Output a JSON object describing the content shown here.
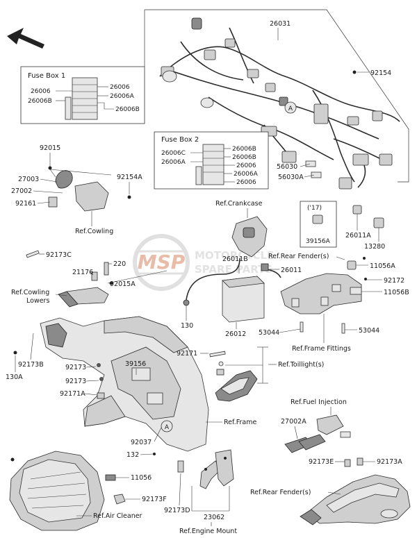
{
  "watermark": {
    "logo_text": "MSP",
    "line1": "MOTORCYCLE",
    "line2": "SPARE PARTS"
  },
  "fuse_box_1": {
    "title": "Fuse Box 1",
    "labels": [
      "26006",
      "26006",
      "26006A",
      "26006B",
      "26006B"
    ]
  },
  "fuse_box_2": {
    "title": "Fuse Box 2",
    "labels": [
      "26006C",
      "26006B",
      "26006B",
      "26006A",
      "26006",
      "26006A",
      "26006"
    ]
  },
  "year_box": {
    "year": "('17)",
    "part": "39156A"
  },
  "parts": {
    "p26031": "26031",
    "p92154": "92154",
    "p56030": "56030",
    "p56030A": "56030A",
    "p92015": "92015",
    "p27003": "27003",
    "p27002": "27002",
    "p92161": "92161",
    "p92154A": "92154A",
    "p26011A": "26011A",
    "p13280": "13280",
    "p92173C": "92173C",
    "p21176": "21176",
    "p220": "220",
    "p92015A": "92015A",
    "p26011B": "26011B",
    "p26011": "26011",
    "p130": "130",
    "p26012": "26012",
    "p11056A": "11056A",
    "p92172": "92172",
    "p11056B": "11056B",
    "p53044a": "53044",
    "p53044b": "53044",
    "p92173B": "92173B",
    "p130A": "130A",
    "p92173a": "92173",
    "p92173b": "92173",
    "p39156": "39156",
    "p92171A": "92171A",
    "p92171": "92171",
    "p92037": "92037",
    "p132": "132",
    "p27002A": "27002A",
    "p92173E": "92173E",
    "p92173A": "92173A",
    "p11056": "11056",
    "p92173F": "92173F",
    "p92173D": "92173D",
    "p23062": "23062"
  },
  "refs": {
    "crankcase": "Ref.Crankcase",
    "cowling": "Ref.Cowling",
    "cowling_lowers_1": "Ref.Cowling",
    "cowling_lowers_2": "Lowers",
    "rear_fender_top": "Ref.Rear Fender(s)",
    "frame_fittings": "Ref.Frame Fittings",
    "toillight": "Ref.Toillight(s)",
    "fuel_injection": "Ref.Fuel Injection",
    "frame": "Ref.Frame",
    "rear_fender_bottom": "Ref.Rear Fender(s)",
    "air_cleaner": "Ref.Air Cleaner",
    "engine_mount": "Ref.Engine Mount"
  },
  "markers": {
    "a1": "A",
    "a2": "A"
  }
}
